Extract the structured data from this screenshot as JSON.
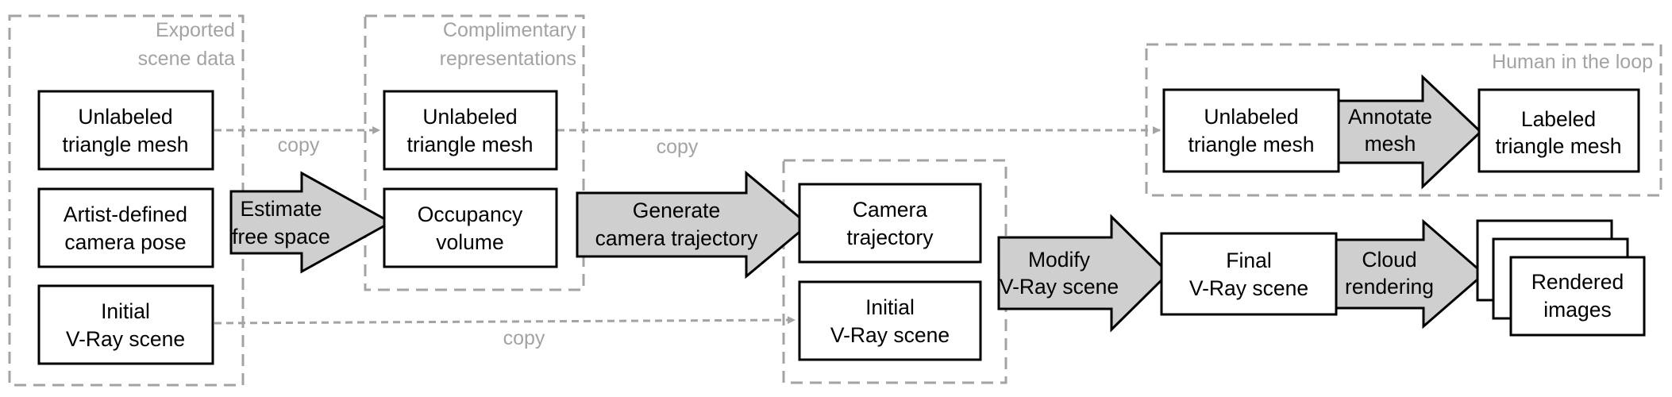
{
  "groups": {
    "exported": {
      "title_line1": "Exported",
      "title_line2": "scene data"
    },
    "complimentary": {
      "title_line1": "Complimentary",
      "title_line2": "representations"
    },
    "human": {
      "title": "Human in the loop"
    }
  },
  "boxes": {
    "unlabeled_mesh_a": {
      "line1": "Unlabeled",
      "line2": "triangle mesh"
    },
    "camera_pose": {
      "line1": "Artist-defined",
      "line2": "camera pose"
    },
    "initial_vray_a": {
      "line1": "Initial",
      "line2": "V-Ray scene"
    },
    "unlabeled_mesh_b": {
      "line1": "Unlabeled",
      "line2": "triangle mesh"
    },
    "occupancy": {
      "line1": "Occupancy",
      "line2": "volume"
    },
    "camera_trajectory": {
      "line1": "Camera",
      "line2": "trajectory"
    },
    "initial_vray_b": {
      "line1": "Initial",
      "line2": "V-Ray scene"
    },
    "unlabeled_mesh_c": {
      "line1": "Unlabeled",
      "line2": "triangle mesh"
    },
    "labeled_mesh": {
      "line1": "Labeled",
      "line2": "triangle mesh"
    },
    "final_vray": {
      "line1": "Final",
      "line2": "V-Ray scene"
    },
    "rendered_images": {
      "line1": "Rendered",
      "line2": "images"
    }
  },
  "arrows": {
    "estimate": {
      "line1": "Estimate",
      "line2": "free space"
    },
    "generate": {
      "line1": "Generate",
      "line2": "camera trajectory"
    },
    "annotate": {
      "line1": "Annotate",
      "line2": "mesh"
    },
    "modify": {
      "line1": "Modify",
      "line2": "V-Ray scene"
    },
    "cloud": {
      "line1": "Cloud",
      "line2": "rendering"
    }
  },
  "copy_labels": {
    "mesh_to_complimentary": "copy",
    "mesh_to_human": "copy",
    "vray_to_initial": "copy"
  }
}
